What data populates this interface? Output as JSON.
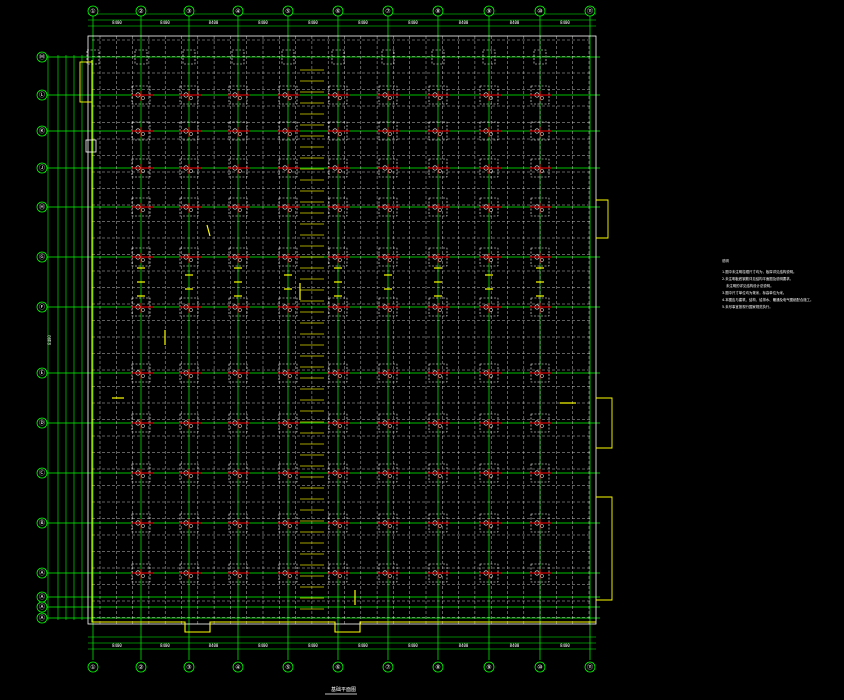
{
  "drawing": {
    "type": "CAD structural foundation/slab plan",
    "colors": {
      "background": "#000000",
      "grid_lines": "#00ff00",
      "dashed_beams": "#ffffff",
      "boundary": "#ffff00",
      "rebar": "#ff0000",
      "text": "#ffffff",
      "annotations": "#ffff00"
    },
    "column_axes": [
      "①",
      "②",
      "③",
      "④",
      "⑤",
      "⑥",
      "⑦",
      "⑧",
      "⑨",
      "⑩",
      "⑪"
    ],
    "row_axes": [
      "Ⓜ",
      "Ⓛ",
      "Ⓚ",
      "Ⓙ",
      "Ⓗ",
      "Ⓖ",
      "Ⓕ",
      "Ⓔ",
      "Ⓓ",
      "Ⓒ",
      "Ⓑ",
      "Ⓐ",
      "Ⓐ",
      "Ⓐ",
      "Ⓐ"
    ],
    "top_dimension": "8400",
    "bottom_dimension": "8400",
    "left_dimension": "8400",
    "notes": {
      "heading": "说明",
      "lines": [
        "1.图中未注明柱帽尺寸均为，板厚详见结构说明。",
        "2.未注明板底钢筋详见结构平面图及说明要求。",
        "  未注明的详见结构设计总说明。",
        "3.图中尺寸单位均为毫米，标高单位为米。",
        "4.本图应与建筑、结构、给排水、暖通及电气图纸配合施工。",
        "5.未尽事宜按现行国家规范执行。"
      ]
    },
    "title": "基础平面图"
  }
}
